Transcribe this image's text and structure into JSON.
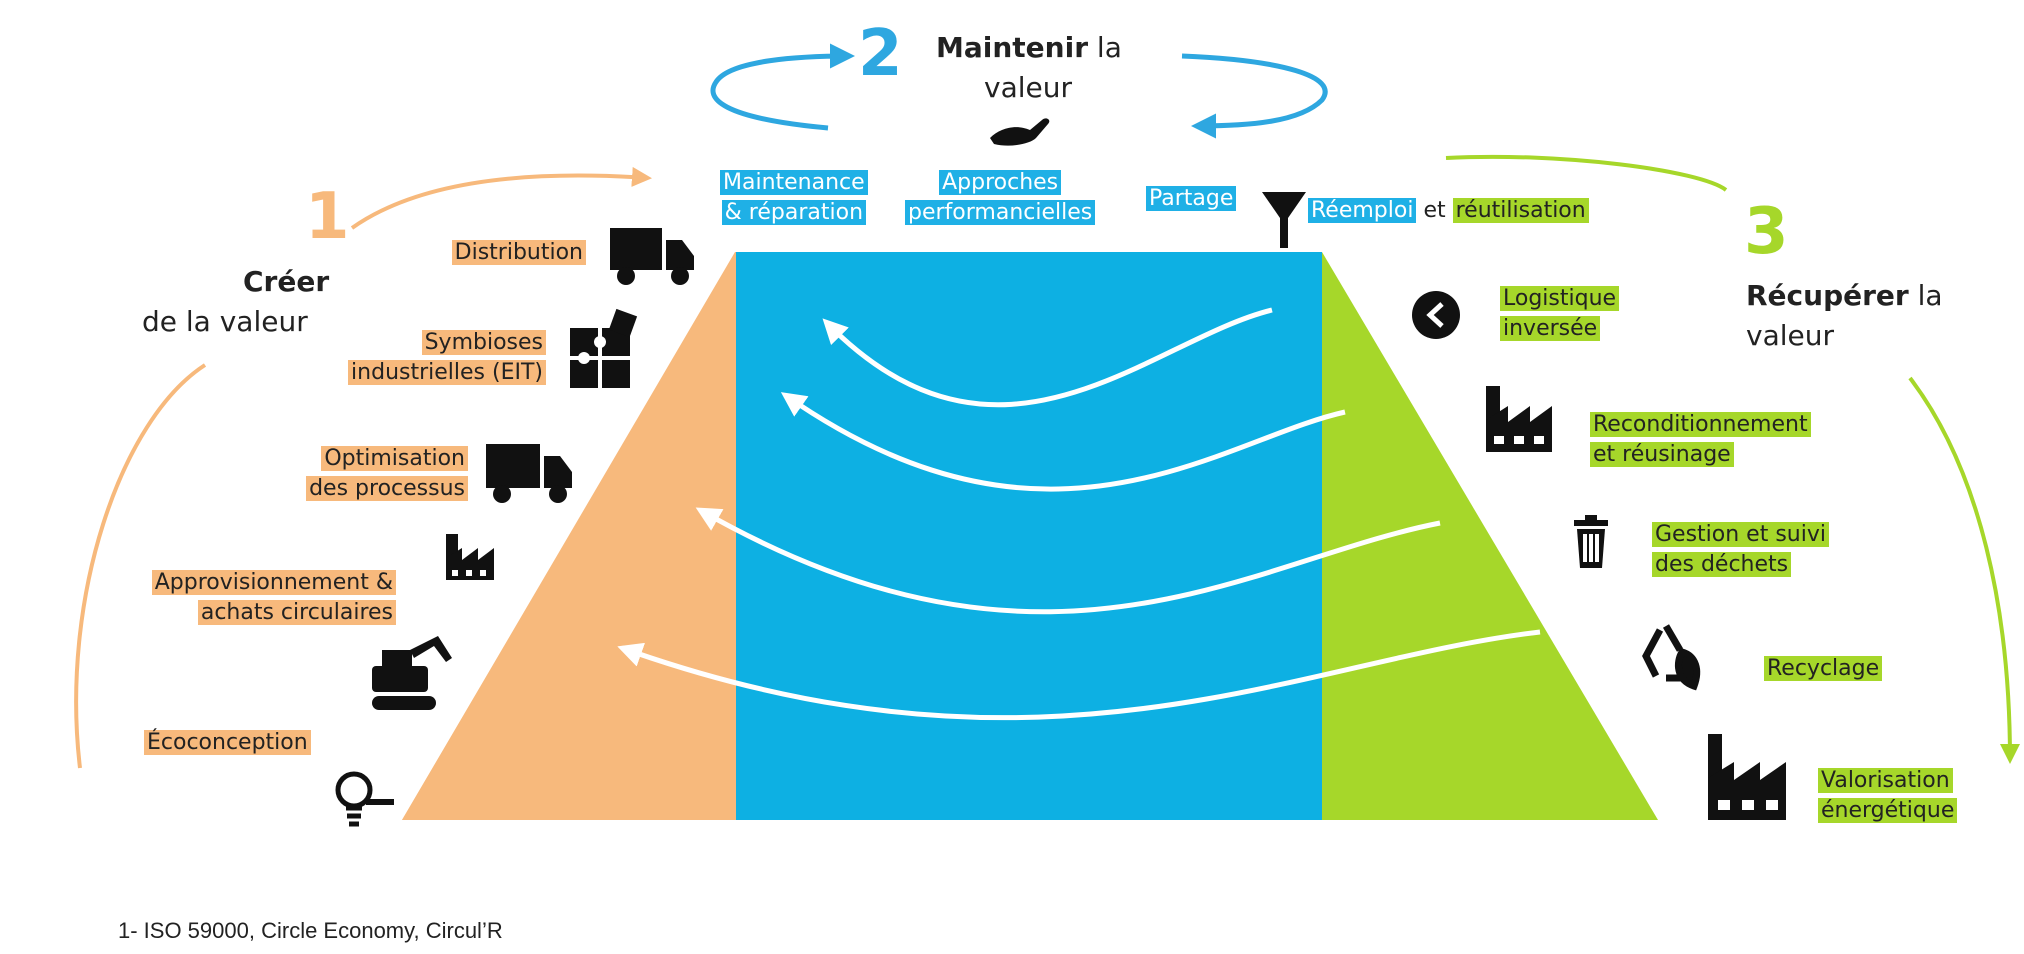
{
  "stage1": {
    "number": "1",
    "title_bold": "Créer",
    "title_rest": "de la valeur",
    "items": [
      [
        "Distribution"
      ],
      [
        "Symbioses",
        "industrielles (EIT)"
      ],
      [
        "Optimisation",
        "des processus"
      ],
      [
        "Approvisionnement &",
        "achats circulaires"
      ],
      [
        "Écoconception"
      ]
    ]
  },
  "stage2": {
    "number": "2",
    "title_bold": "Maintenir",
    "title_rest_1": "la",
    "title_rest_2": "valeur",
    "items": [
      [
        "Maintenance",
        "& réparation"
      ],
      [
        "Approches",
        "performancielles"
      ],
      [
        "Partage"
      ]
    ]
  },
  "stage3": {
    "number": "3",
    "title_bold": "Récupérer",
    "title_rest_1": "la",
    "title_rest_2": "valeur",
    "top_items": {
      "reemploi": "Réemploi",
      "et": "et",
      "reutilisation": "réutilisation"
    },
    "items": [
      [
        "Logistique",
        "inversée"
      ],
      [
        "Reconditionnement",
        "et réusinage"
      ],
      [
        "Gestion et suivi",
        "des déchets"
      ],
      [
        "Recyclage"
      ],
      [
        "Valorisation",
        "énergétique"
      ]
    ]
  },
  "colors": {
    "orange": "#f7b97c",
    "blue": "#0db0e3",
    "green": "#a6d72a"
  },
  "footnote": "1- ISO 59000, Circle Economy, Circul’R"
}
